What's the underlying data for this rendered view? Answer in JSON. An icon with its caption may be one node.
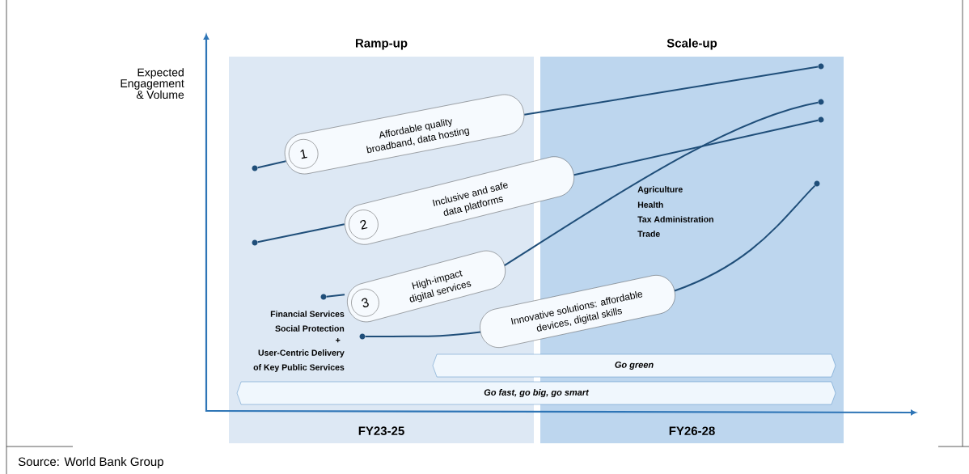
{
  "diagram": {
    "caption": "Source: World Bank Group",
    "nodes": [
      {
        "text": [
          "Ramp-up",
          "FY23-25"
        ]
      },
      {
        "text": [
          "Scale-up",
          "FY26-28"
        ]
      },
      {
        "text": [
          "1",
          "Affordable quality broadband, data hosting"
        ],
        "in": 0
      },
      {
        "text": [
          "2",
          "Inclusive and safe data platforms"
        ]
      },
      {
        "text": [
          "3",
          "High-impact digital services"
        ],
        "in": 0
      },
      {
        "text": [
          "Innovative solutions: affordable devices, digital skills"
        ]
      },
      {
        "text": [
          "Go green"
        ]
      },
      {
        "text": [
          "Go fast, go big, go smart"
        ]
      },
      {
        "text": [],
        "shape": "circle",
        "in": 0
      },
      {
        "text": [],
        "shape": "circle",
        "in": 0
      },
      {
        "text": [],
        "shape": "circle",
        "in": 0
      },
      {
        "text": [],
        "shape": "circle",
        "in": 0
      },
      {
        "text": [],
        "shape": "circle",
        "in": 1
      },
      {
        "text": [],
        "shape": "circle",
        "in": 1
      },
      {
        "text": [],
        "shape": "circle",
        "in": 1
      },
      {
        "text": [],
        "shape": "circle",
        "in": 1
      }
    ],
    "edges": [
      {
        "from": 8,
        "to": 2,
        "arrow": "none"
      },
      {
        "from": 2,
        "to": 12,
        "arrow": "none"
      },
      {
        "from": 9,
        "to": 3,
        "arrow": "none"
      },
      {
        "from": 3,
        "to": 14,
        "arrow": "none"
      },
      {
        "from": 10,
        "to": 4,
        "arrow": "none"
      },
      {
        "from": 4,
        "to": 13,
        "arrow": "none"
      },
      {
        "from": 11,
        "to": 5,
        "arrow": "none"
      },
      {
        "from": 5,
        "to": 15,
        "arrow": "none"
      }
    ],
    "labels": [
      "Expected Engagement & Volume",
      "Financial Services",
      "Social Protection",
      "+",
      "User-Centric Delivery",
      "of Key Public Services",
      "Agriculture",
      "Health",
      "Tax Administration",
      "Trade"
    ]
  }
}
